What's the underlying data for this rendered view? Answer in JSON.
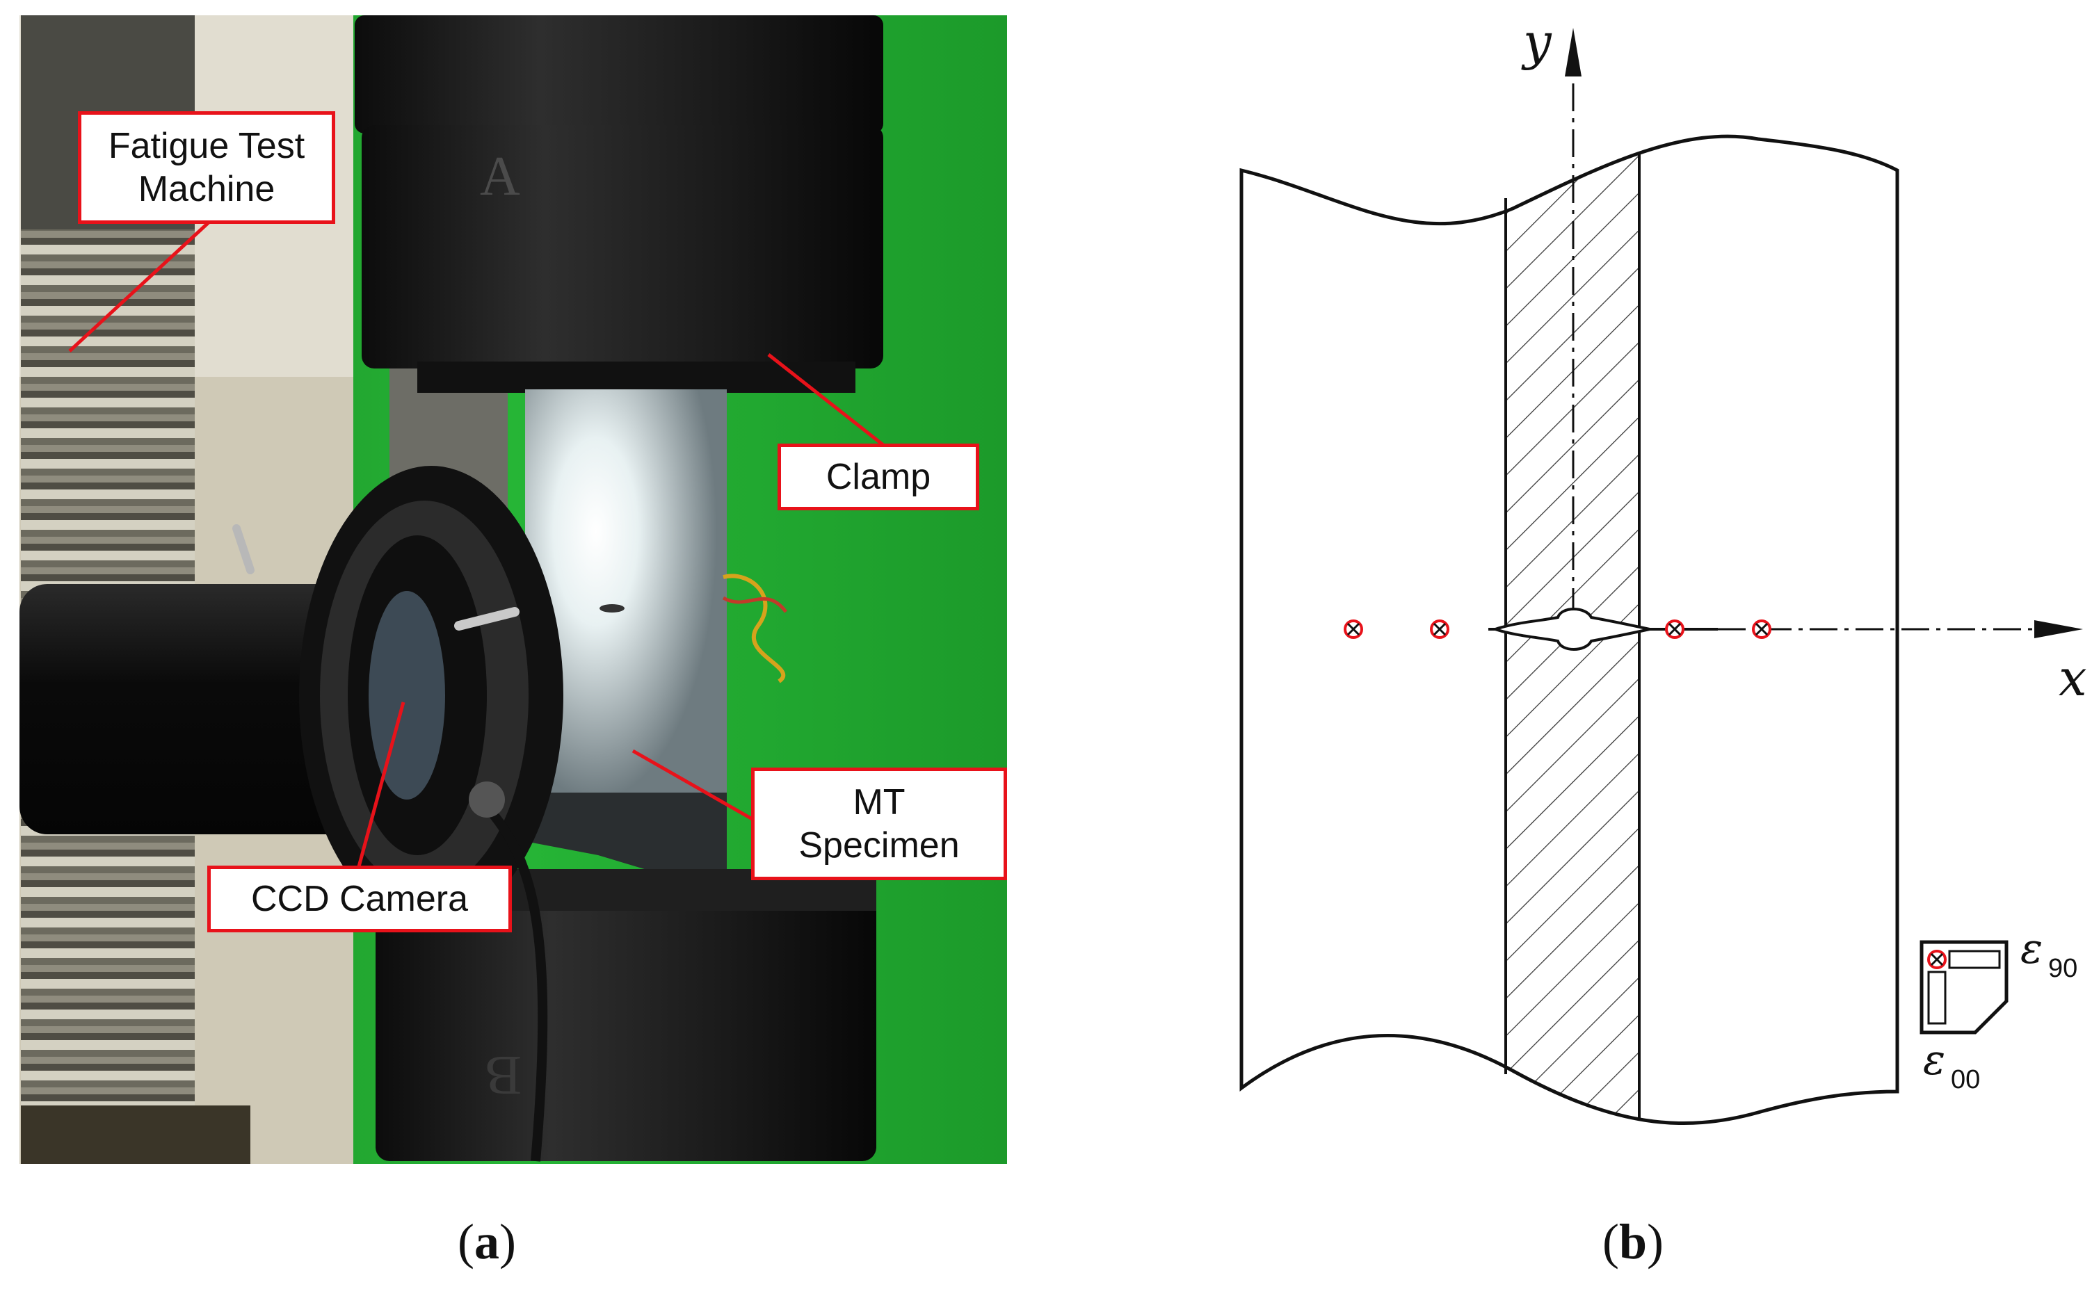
{
  "panel_a": {
    "label_open": "(",
    "label_letter": "a",
    "label_close": ")",
    "callouts": {
      "fatigue_machine": [
        "Fatigue Test",
        "Machine"
      ],
      "clamp": "Clamp",
      "specimen": [
        "MT",
        "Specimen"
      ],
      "ccd_camera": "CCD Camera"
    },
    "clamp_top_letter": "A",
    "clamp_bottom_letter": "B",
    "colors": {
      "callout_border": "#e8121a",
      "background_green": "#1fae2e"
    }
  },
  "panel_b": {
    "label_open": "(",
    "label_letter": "b",
    "label_close": ")",
    "axis_x": "x",
    "axis_y": "y",
    "strain_gauge": {
      "eps_symbol": "ε",
      "eps_90_sub": "90",
      "eps_00_sub": "00"
    },
    "measurement_points": 4,
    "colors": {
      "point": "#e8121a",
      "line": "#111111"
    }
  }
}
